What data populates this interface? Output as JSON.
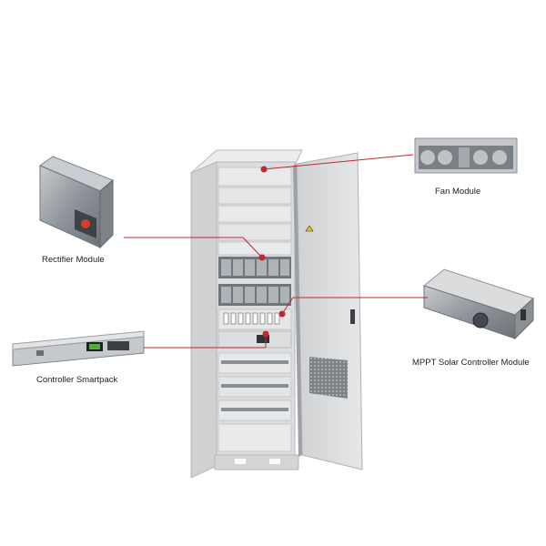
{
  "callouts": {
    "fan_module": "Fan Module",
    "rectifier_module": "Rectifier Module",
    "controller_smartpack": "Controller Smartpack",
    "mppt_solar_controller_module": "MPPT Solar Controller Module"
  },
  "colors": {
    "leader_line": "#c1272d",
    "cabinet": "#d9dadb",
    "cabinet_shadow": "#b9bbbd",
    "module_metal": "#9ea3a8"
  }
}
